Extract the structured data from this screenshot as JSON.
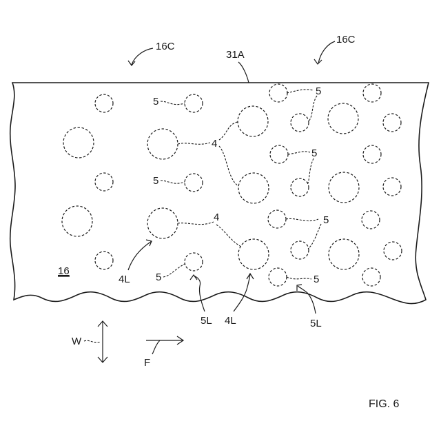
{
  "labels": {
    "edge_top": "31A",
    "side_left": "16C",
    "side_right": "16C",
    "body": "16",
    "large_hole": "4",
    "small_hole": "5",
    "large_hole_lower": "4L",
    "small_hole_lower": "5L",
    "width_direction": "W",
    "flow_direction": "F",
    "figure_caption": "FIG. 6"
  }
}
